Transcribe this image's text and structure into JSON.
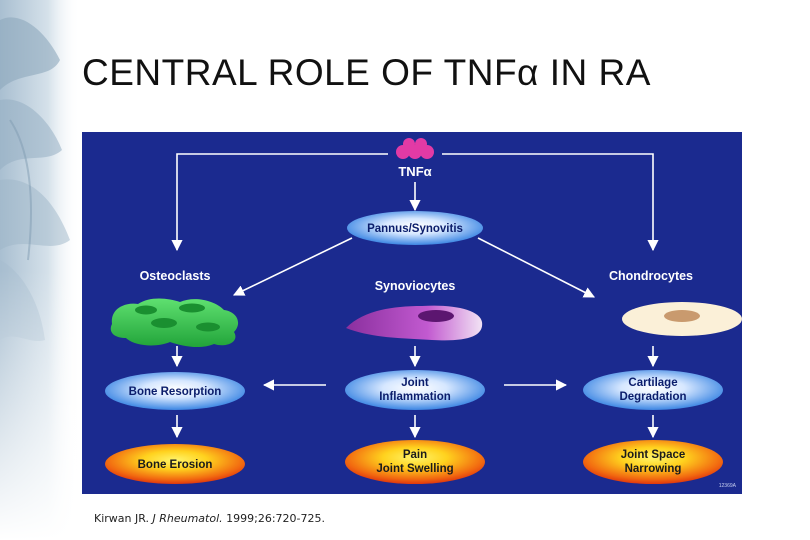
{
  "slide": {
    "title": "CENTRAL ROLE OF TNFα IN RA"
  },
  "diagram": {
    "top_node": "TNFα",
    "pannus": "Pannus/Synovitis",
    "cells": {
      "left": "Osteoclasts",
      "center": "Synoviocytes",
      "right": "Chondrocytes"
    },
    "processes": {
      "left": "Bone Resorption",
      "center_line1": "Joint",
      "center_line2": "Inflammation",
      "right_line1": "Cartilage",
      "right_line2": "Degradation"
    },
    "outcomes": {
      "left": "Bone Erosion",
      "center_line1": "Pain",
      "center_line2": "Joint Swelling",
      "right_line1": "Joint Space",
      "right_line2": "Narrowing"
    },
    "figure_code": "12369A"
  },
  "citation": {
    "authors": "Kirwan JR.",
    "journal": "J Rheumatol.",
    "details": "1999;26:720-725."
  },
  "colors": {
    "panel_blue": "#1b2a8f",
    "pill_blue": "#3c84e6",
    "pill_fire": "#e83a10",
    "osteoclast_green": "#2fc24a",
    "synoviocyte_purple": "#a33fb8",
    "chondrocyte_cream": "#fbf0d8"
  }
}
